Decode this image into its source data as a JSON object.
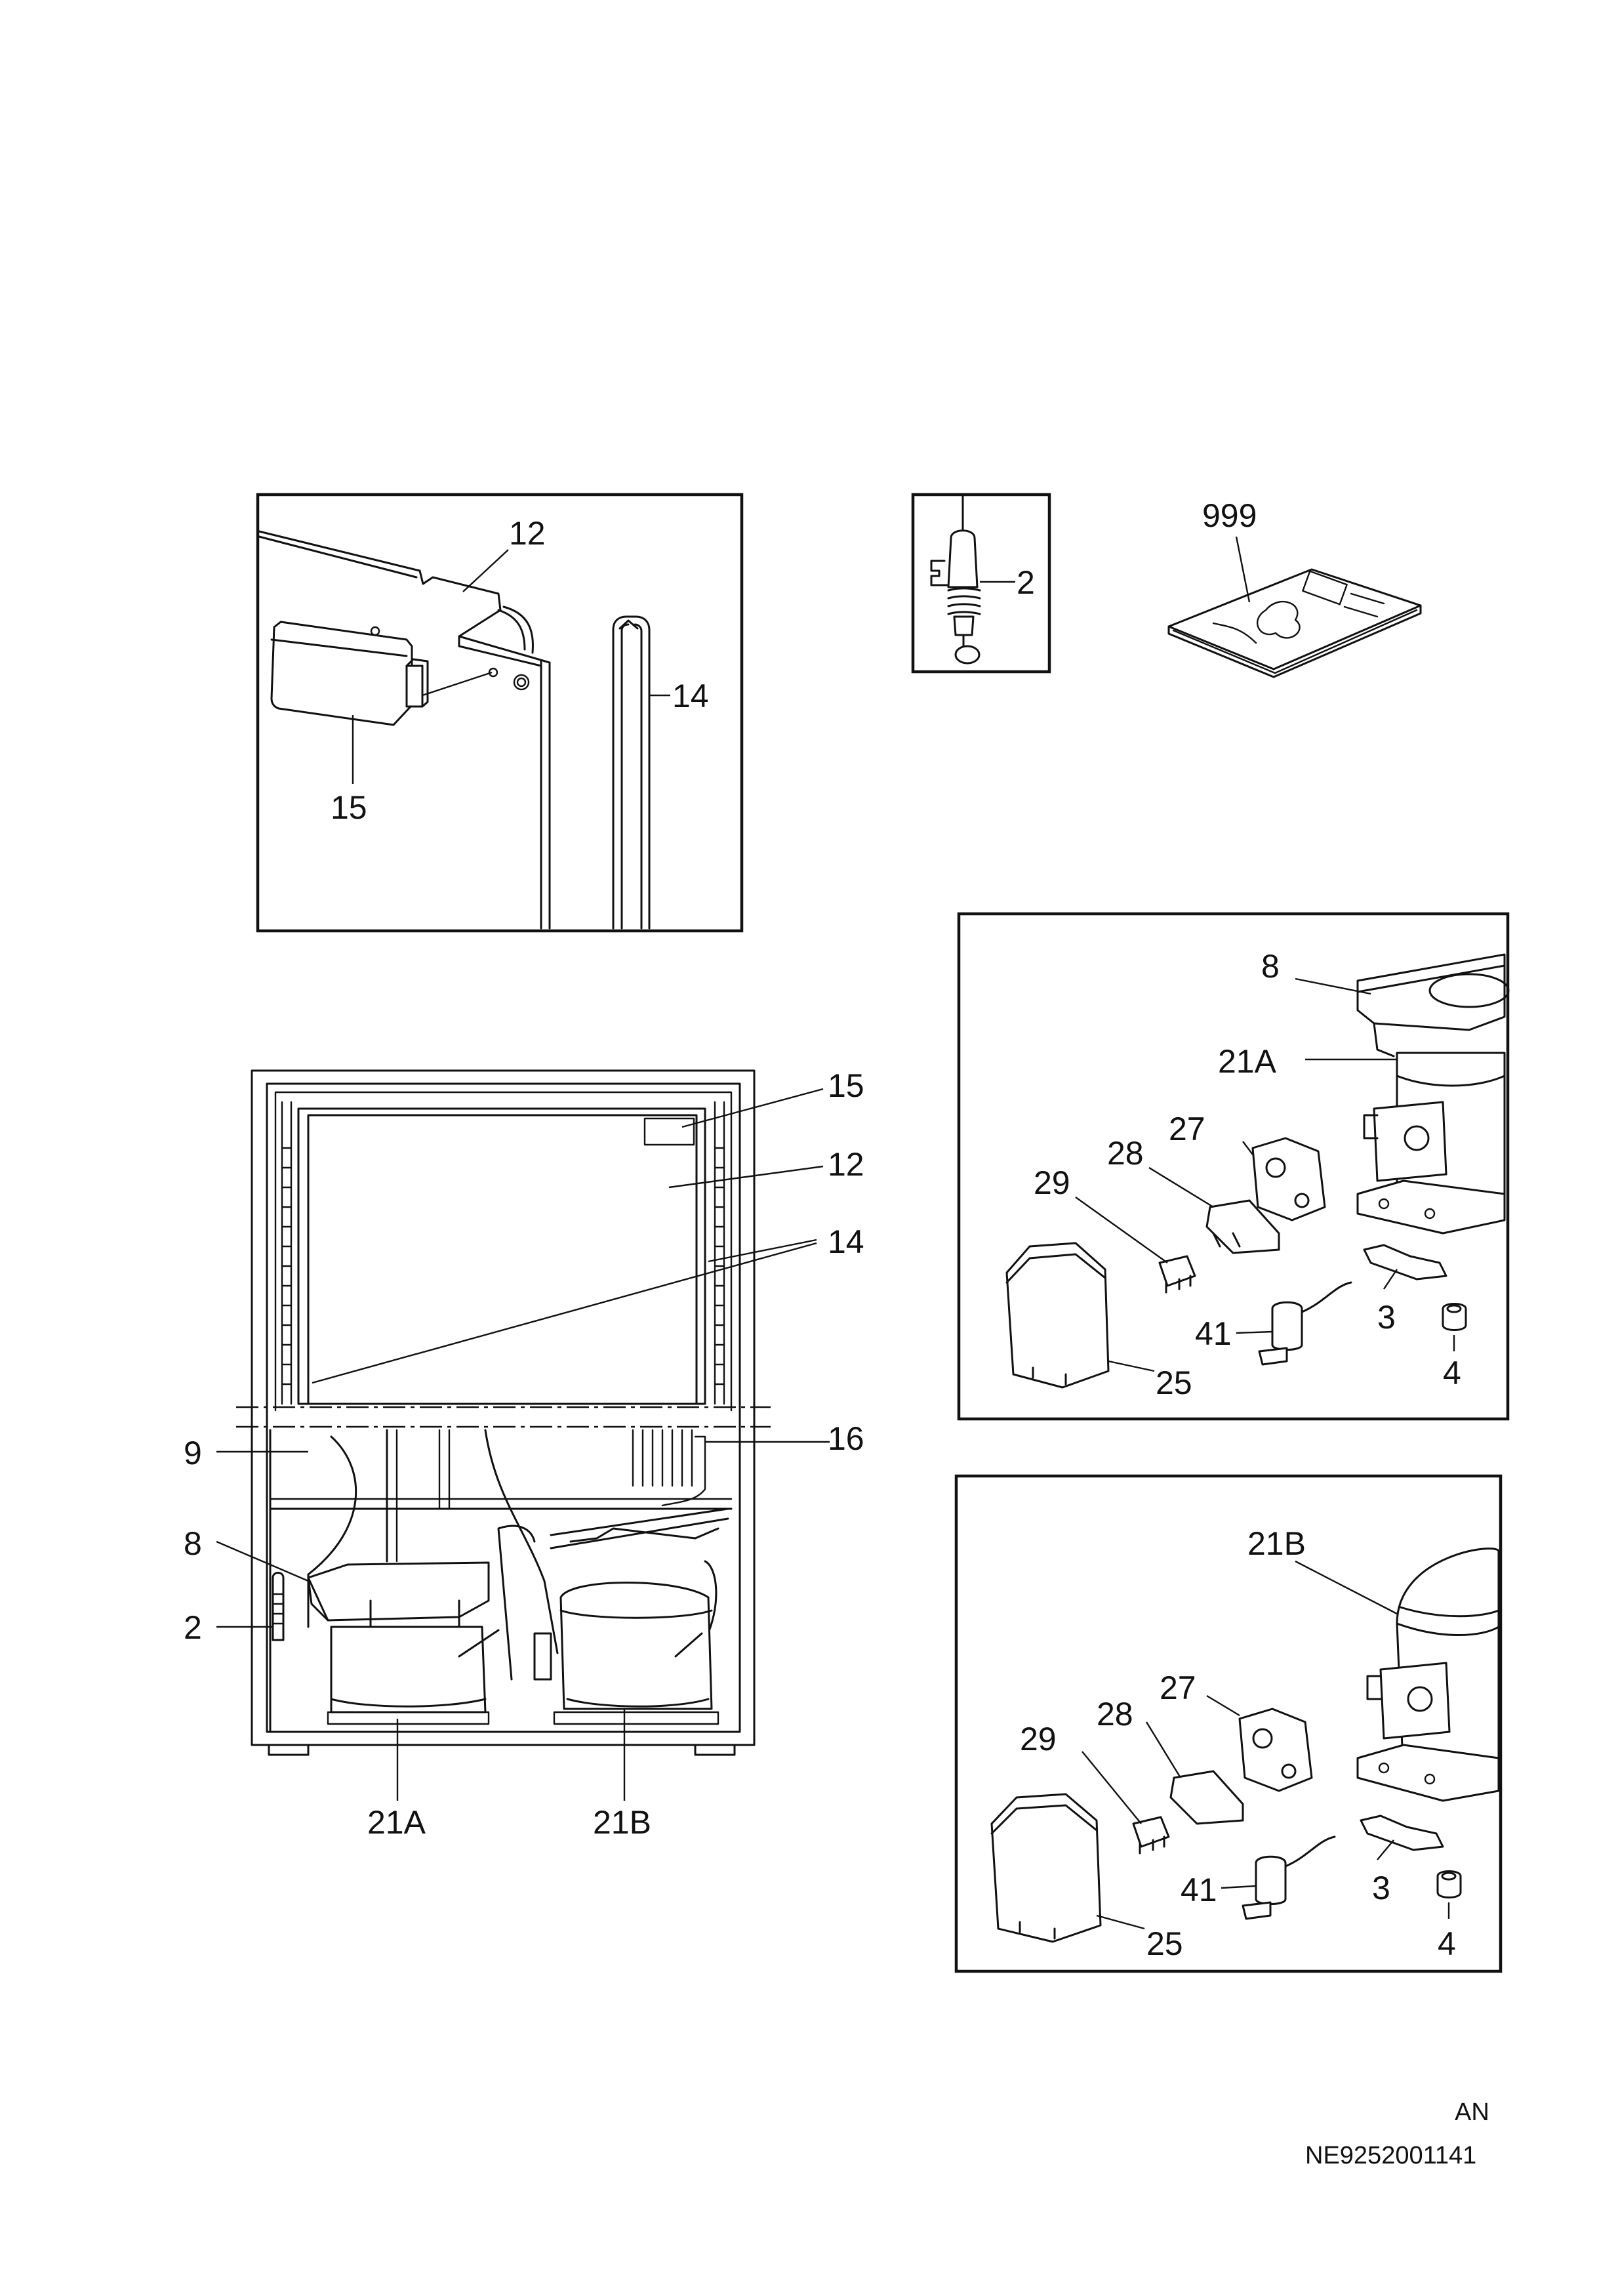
{
  "panel_door_detail": {
    "labels": {
      "part_12": "12",
      "part_14": "14",
      "part_15": "15"
    }
  },
  "panel_fuse": {
    "labels": {
      "part_2": "2"
    }
  },
  "booklet": {
    "labels": {
      "part_999": "999"
    }
  },
  "cabinet_view": {
    "labels": {
      "part_15": "15",
      "part_12": "12",
      "part_14": "14",
      "part_16": "16",
      "part_9": "9",
      "part_8": "8",
      "part_2": "2",
      "part_21a": "21A",
      "part_21b": "21B"
    }
  },
  "panel_compressor_a": {
    "labels": {
      "part_8": "8",
      "part_21a": "21A",
      "part_27": "27",
      "part_28": "28",
      "part_29": "29",
      "part_41": "41",
      "part_3": "3",
      "part_4": "4",
      "part_25": "25"
    }
  },
  "panel_compressor_b": {
    "labels": {
      "part_21b": "21B",
      "part_27": "27",
      "part_28": "28",
      "part_29": "29",
      "part_41": "41",
      "part_3": "3",
      "part_4": "4",
      "part_25": "25"
    }
  },
  "footer": {
    "code": "AN",
    "document_number": "NE9252001141"
  }
}
